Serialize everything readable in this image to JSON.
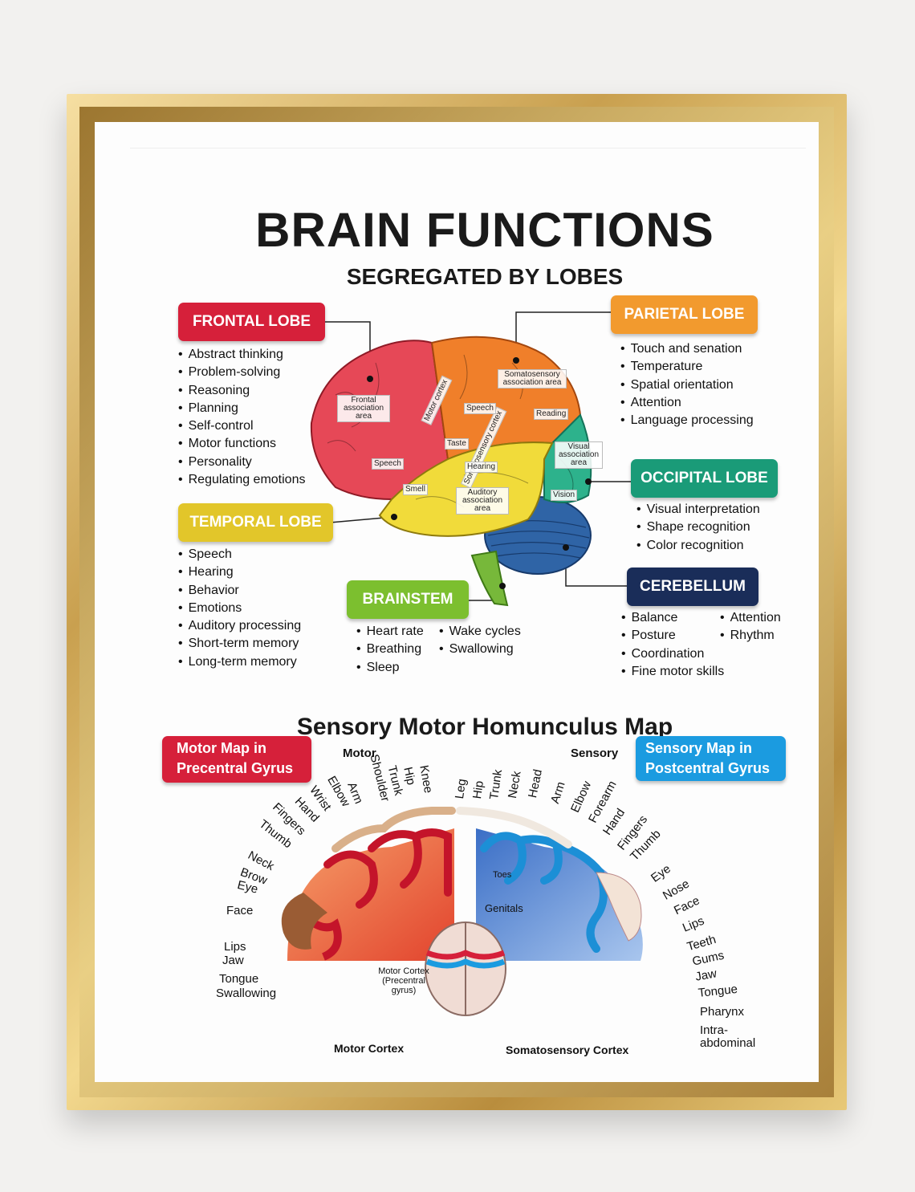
{
  "poster": {
    "title": "BRAIN FUNCTIONS",
    "subtitle": "SEGREGATED BY LOBES"
  },
  "lobes": {
    "frontal": {
      "name": "FRONTAL LOBE",
      "color": "#d6203a",
      "items": [
        "Abstract thinking",
        "Problem-solving",
        "Reasoning",
        "Planning",
        "Self-control",
        "Motor functions",
        "Personality",
        "Regulating emotions"
      ]
    },
    "parietal": {
      "name": "PARIETAL LOBE",
      "color": "#f29a2e",
      "items": [
        "Touch and senation",
        "Temperature",
        "Spatial orientation",
        "Attention",
        "Language processing"
      ]
    },
    "occipital": {
      "name": "OCCIPITAL LOBE",
      "color": "#1a9b78",
      "items": [
        "Visual interpretation",
        "Shape recognition",
        "Color recognition"
      ]
    },
    "temporal": {
      "name": "TEMPORAL LOBE",
      "color": "#e2c62a",
      "items": [
        "Speech",
        "Hearing",
        "Behavior",
        "Emotions",
        "Auditory processing",
        "Short-term memory",
        "Long-term memory"
      ]
    },
    "brainstem": {
      "name": "BRAINSTEM",
      "color": "#7cbf2f",
      "items_left": [
        "Heart rate",
        "Breathing",
        "Sleep"
      ],
      "items_right": [
        "Wake cycles",
        "Swallowing"
      ]
    },
    "cerebellum": {
      "name": "CEREBELLUM",
      "color": "#1a2d59",
      "items_left": [
        "Balance",
        "Posture",
        "Coordination",
        "Fine motor skills"
      ],
      "items_right": [
        "Attention",
        "Rhythm"
      ]
    }
  },
  "brain_tags": {
    "frontal_assoc": "Frontal association area",
    "motor_cortex": "Motor cortex",
    "somatosensory_cortex": "Somatosensory cortex",
    "somato_assoc": "Somatosensory association area",
    "speech_top": "Speech",
    "reading": "Reading",
    "taste": "Taste",
    "visual_assoc": "Visual association area",
    "speech_low": "Speech",
    "hearing": "Hearing",
    "smell": "Smell",
    "auditory_assoc": "Auditory association area",
    "vision": "Vision"
  },
  "homunculus": {
    "title": "Sensory Motor Homunculus Map",
    "motor_map": "Motor Map in Precentral Gyrus",
    "motor_map_color": "#d6203a",
    "sensory_map": "Sensory Map in Postcentral Gyrus",
    "sensory_map_color": "#1b9be0",
    "motor_heading": "Motor",
    "sensory_heading": "Sensory",
    "motor_labels": [
      "Knee",
      "Hip",
      "Trunk",
      "Shoulder",
      "Arm",
      "Elbow",
      "Wrist",
      "Hand",
      "Fingers",
      "Thumb",
      "Neck",
      "Brow",
      "Eye",
      "Face",
      "Lips",
      "Jaw",
      "Tongue",
      "Swallowing"
    ],
    "sensory_labels": [
      "Leg",
      "Hip",
      "Trunk",
      "Neck",
      "Head",
      "Arm",
      "Elbow",
      "Forearm",
      "Hand",
      "Fingers",
      "Thumb",
      "Eye",
      "Nose",
      "Face",
      "Lips",
      "Teeth",
      "Gums",
      "Jaw",
      "Tongue",
      "Pharynx",
      "Intra-abdominal"
    ],
    "toes": "Toes",
    "genitals": "Genitals",
    "motor_cortex_note": "Motor Cortex (Precentral gyrus)",
    "motor_cortex_caption": "Motor Cortex",
    "somato_cortex_caption": "Somatosensory Cortex"
  }
}
